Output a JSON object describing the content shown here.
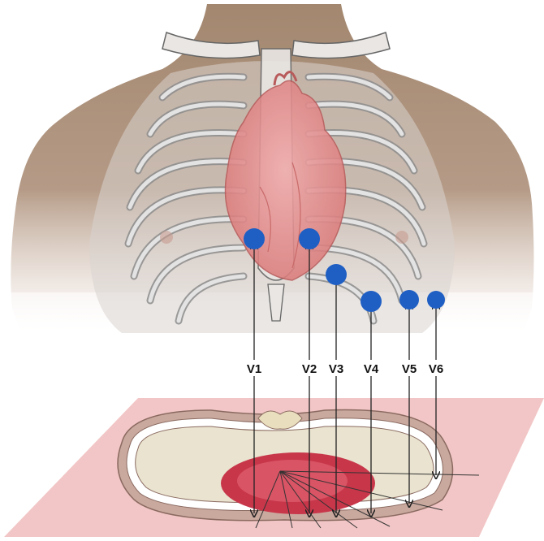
{
  "figure": {
    "leads": [
      {
        "id": "v1",
        "label": "V1"
      },
      {
        "id": "v2",
        "label": "V2"
      },
      {
        "id": "v3",
        "label": "V3"
      },
      {
        "id": "v4",
        "label": "V4"
      },
      {
        "id": "v5",
        "label": "V5"
      },
      {
        "id": "v6",
        "label": "V6"
      }
    ]
  },
  "colors": {
    "electrode": "#1f5fc4",
    "skin": "#b39a86",
    "rib": "#9b9b9b",
    "heart": "#e48a8a",
    "cross_section_plane": "#f2c6c6",
    "cross_section_heart": "#c8364a"
  }
}
